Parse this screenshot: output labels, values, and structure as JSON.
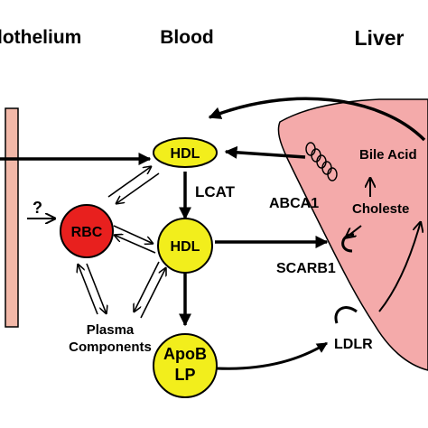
{
  "headers": {
    "endothelium": "dothelium",
    "blood": "Blood",
    "liver": "Liver"
  },
  "nodes": {
    "hdl_top": "HDL",
    "hdl_mid": "HDL",
    "rbc": "RBC",
    "apob_line1": "ApoB",
    "apob_line2": "LP",
    "plasma_line1": "Plasma",
    "plasma_line2": "Components"
  },
  "labels": {
    "lcat": "LCAT",
    "abca1": "ABCA1",
    "scarb1": "SCARB1",
    "ldlr": "LDLR",
    "bile_acids": "Bile Acid",
    "cholesterol": "Choleste",
    "question": "?"
  },
  "colors": {
    "endothelium_fill": "#f2b8a8",
    "liver_fill": "#f4aaaa",
    "hdl_fill": "#f2ee1c",
    "rbc_fill": "#e8201e",
    "stroke": "#000000"
  }
}
